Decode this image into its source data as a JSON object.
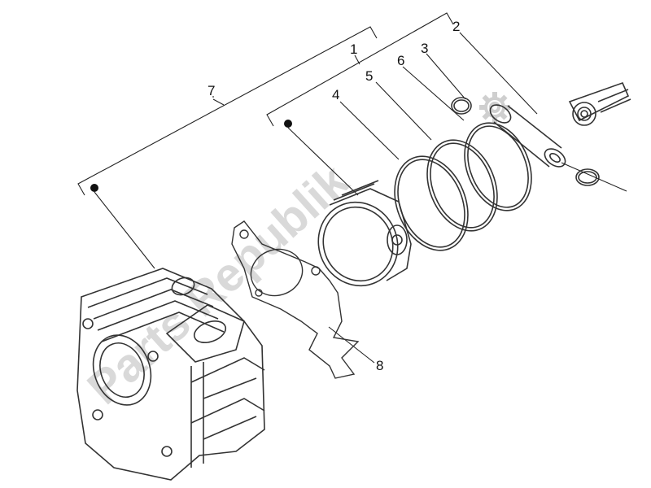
{
  "watermark": "Parts Republik",
  "callouts": {
    "c1": "1",
    "c2": "2",
    "c3": "3",
    "c4": "4",
    "c5": "5",
    "c6": "6",
    "c7": "7",
    "c8": "8"
  },
  "parts": [
    {
      "number": "1",
      "name": "piston-assembly-group"
    },
    {
      "number": "2",
      "name": "piston-pin"
    },
    {
      "number": "3",
      "name": "circlip"
    },
    {
      "number": "4",
      "name": "piston"
    },
    {
      "number": "5",
      "name": "oil-scraper-ring"
    },
    {
      "number": "6",
      "name": "compression-ring"
    },
    {
      "number": "7",
      "name": "cylinder-assembly-group"
    },
    {
      "number": "8",
      "name": "cylinder-base-gasket"
    }
  ],
  "colors": {
    "line": "#222222",
    "part_stroke": "#333333",
    "watermark": "#d9d9d9",
    "gear_watermark": "#cfcfcf",
    "background": "#ffffff"
  },
  "icons": [
    "gear-watermark-icon",
    "kit-dot-icon"
  ]
}
